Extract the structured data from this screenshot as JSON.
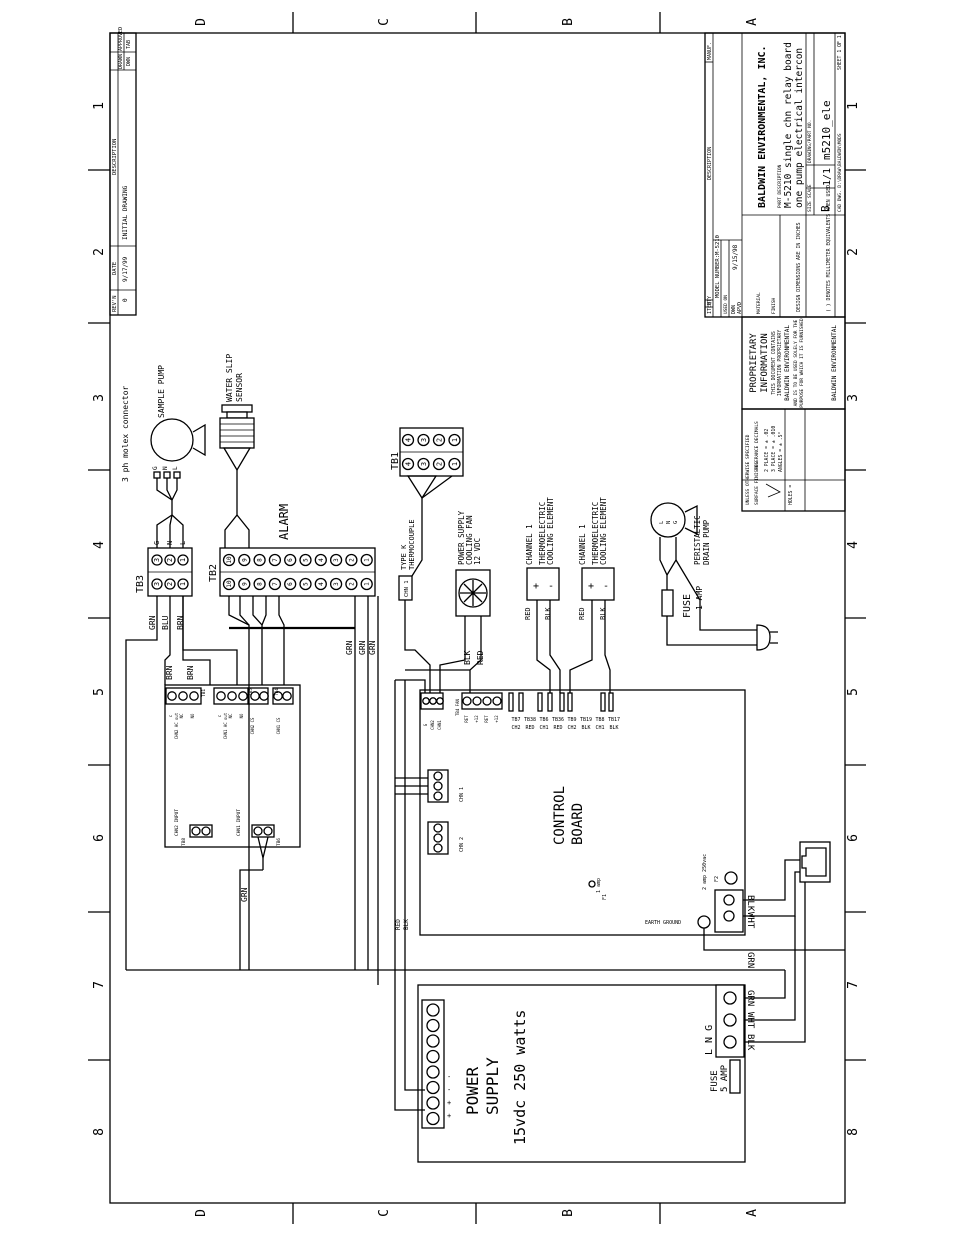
{
  "border": {
    "zones_side": [
      "1",
      "2",
      "3",
      "4",
      "5",
      "6",
      "7",
      "8"
    ],
    "zones_top": [
      "A",
      "B",
      "C",
      "D"
    ]
  },
  "revisions": {
    "headers": {
      "rev": "REV'N",
      "date": "DATE",
      "description": "DESCRIPTION",
      "drawn": "DRAWN",
      "approved": "APPROVED",
      "dwn": "DWN",
      "tab": "TAB"
    },
    "rows": [
      {
        "rev": "0",
        "date": "9/17/99",
        "description": "INITIAL DRAWING"
      }
    ]
  },
  "title_block": {
    "company": "BALDWIN ENVIRONMENTAL, INC.",
    "part_description_label": "PART DESCRIPTION",
    "title_line1": "M-5210 single chn relay board",
    "title_line2": "one pump electrical intercon",
    "drawing_no_label": "DRAWING/PART NO.",
    "drawing_no": "m5210_ele",
    "size_label": "SIZE",
    "size": "B",
    "scale_label": "SCALE",
    "scale": "1/1",
    "sheet": "SHEET 1 OF 1",
    "model_number": "MODEL NUMBER:M-5210",
    "date": "9/15/98",
    "dwn_label": "DWN",
    "apvd_label": "APVD",
    "material_label": "MATERIAL",
    "finish_label": "FINISH",
    "used_on": "USED ON",
    "item": "ITEM",
    "qty": "QTY",
    "description_col": "DESCRIPTION",
    "manuf": "MANUF.",
    "cad_file": "CAD DWG. D:\\DRAW\\BALDWIN\\MODS",
    "dims_note": "DESIGN DIMENSIONS ARE IN INCHES",
    "mm_note": "( ) DENOTES MILLIMETER EQUIVALENTS WHEN USED"
  },
  "proprietary": {
    "title1": "PROPRIETARY",
    "title2": "INFORMATION",
    "l1": "THIS DOCUMENT CONTAINS",
    "l2": "INFORMATION PROPRIETARY",
    "company": "BALDWIN ENVIRONMENTAL",
    "l3": "AND IS TO BE USED SOLELY FOR THE",
    "l4": "PURPOSE FOR WHICH IT IS FURNISHED",
    "company2": "BALDWIN ENVIRONMENTAL"
  },
  "tolerance": {
    "heading": "UNLESS OTHERWISE SPECIFIED",
    "surface": "SURFACE FINISHES",
    "tolerance_label": "TOLERANCE DECIMALS",
    "two_place": "2 PLACE = ± .02",
    "three_place": "3 PLACE = ± .010",
    "angles": "ANGLES = ± .5°",
    "holes": "HOLES ="
  },
  "components": {
    "connector_note": "3 ph molex connector",
    "sample_pump": "SAMPLE PUMP",
    "water_slip_1": "WATER SLIP",
    "water_slip_2": "SENSOR",
    "tb3": "TB3",
    "tb2": "TB2",
    "tb1": "TB1",
    "alarm": "ALARM",
    "type_k_1": "TYPE K",
    "type_k_2": "THERMOCOUPLE",
    "ps_fan_1": "POWER SUPPLY",
    "ps_fan_2": "COOLING FAN",
    "ps_fan_3": "12 VDC",
    "chan1_a": "CHANNEL 1",
    "chan1_b": "THERMOELECTRIC",
    "chan1_c": "COOLING ELEMENT",
    "chan2_a": "CHANNEL 1",
    "chan2_b": "THERMOELECTRIC",
    "chan2_c": "COOLING ELEMENT",
    "drain_1": "PERISTALTIC",
    "drain_2": "DRAIN PUMP",
    "fuse_1amp_1": "FUSE",
    "fuse_1amp_2": "1 AMP",
    "control_1": "CONTROL",
    "control_2": "BOARD",
    "ps_1": "POWER",
    "ps_2": "SUPPLY",
    "ps_3": "15vdc 250 watts",
    "fuse_5amp_1": "FUSE",
    "fuse_5amp_2": "5 AMP",
    "f2": "2 amp 250vac",
    "f2_tag": "F2",
    "f1": "1 amp",
    "f1_tag": "F1",
    "earth": "EARTH GROUND",
    "chn1_tag": "CHN 1",
    "cb_chn1": "CHN 1",
    "cb_chn2": "CHN 2",
    "lng": "L N G"
  },
  "terminals": {
    "tb3_left": [
      "3",
      "2",
      "1"
    ],
    "tb3_right": [
      "3",
      "2",
      "1"
    ],
    "tb3_letters": [
      "G",
      "N",
      "L"
    ],
    "tb2_left": [
      "10",
      "9",
      "8",
      "7",
      "6",
      "5",
      "4",
      "3",
      "2",
      "1"
    ],
    "tb2_right": [
      "10",
      "9",
      "8",
      "7",
      "6",
      "5",
      "4",
      "3",
      "2",
      "1"
    ],
    "tb1_left": [
      "4",
      "3",
      "2",
      "1"
    ],
    "tb1_right": [
      "4",
      "3",
      "2",
      "1"
    ],
    "relay_labels": [
      "c",
      "NC",
      "NO",
      "CHN2 AC out",
      "c",
      "NC",
      "NO",
      "CHN1 AC out",
      "TB5",
      "CHN2 CS",
      "TB4",
      "CHN1 CS"
    ],
    "relay_in_a": "CHN2 INPUT",
    "relay_in_b": "CHN1 INPUT",
    "relay_tb8": "TB8",
    "relay_tb6": "TB6",
    "relay_tb1": "TB1",
    "cb_header": [
      "TB7",
      "TB38",
      "TB6",
      "TB36",
      "TB9",
      "TB19",
      "TB8",
      "TB17"
    ],
    "cb_header_sub": [
      "CH2",
      "RED",
      "CH1",
      "RED",
      "CH2",
      "BLK",
      "CH1",
      "BLK"
    ],
    "cb_tc": [
      "G",
      "CHN2",
      "CHN1"
    ],
    "cb_fan": [
      "RET",
      "+12",
      "RET",
      "+12"
    ],
    "cb_fan_tag": "TB4 FAN"
  },
  "wire_colors": {
    "grn": "GRN",
    "blu": "BLU",
    "brn": "BRN",
    "red": "RED",
    "blk": "BLK",
    "wht": "WHT"
  }
}
